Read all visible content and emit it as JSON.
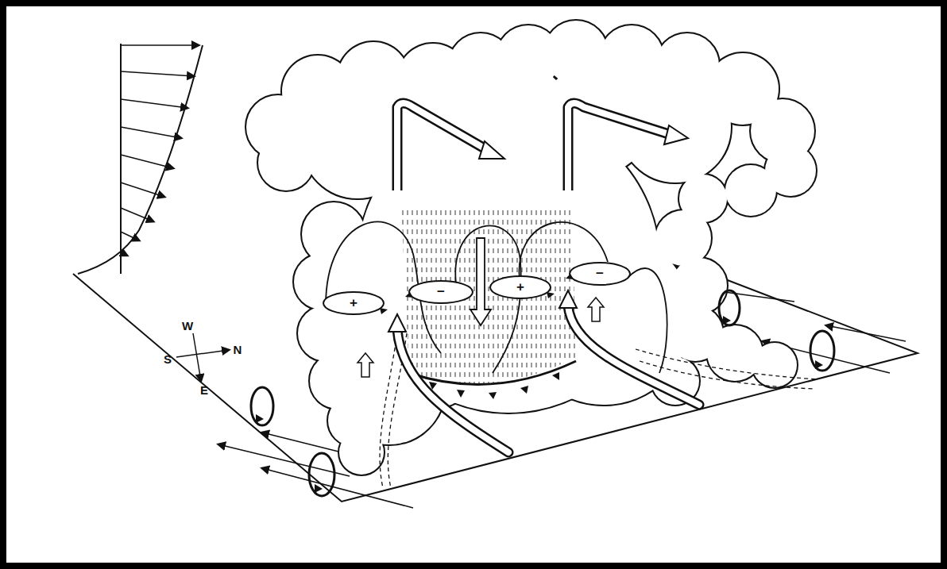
{
  "diagram": {
    "labels": [
      "W",
      "S",
      "N",
      "E",
      "+",
      "−",
      "+",
      "−"
    ]
  }
}
